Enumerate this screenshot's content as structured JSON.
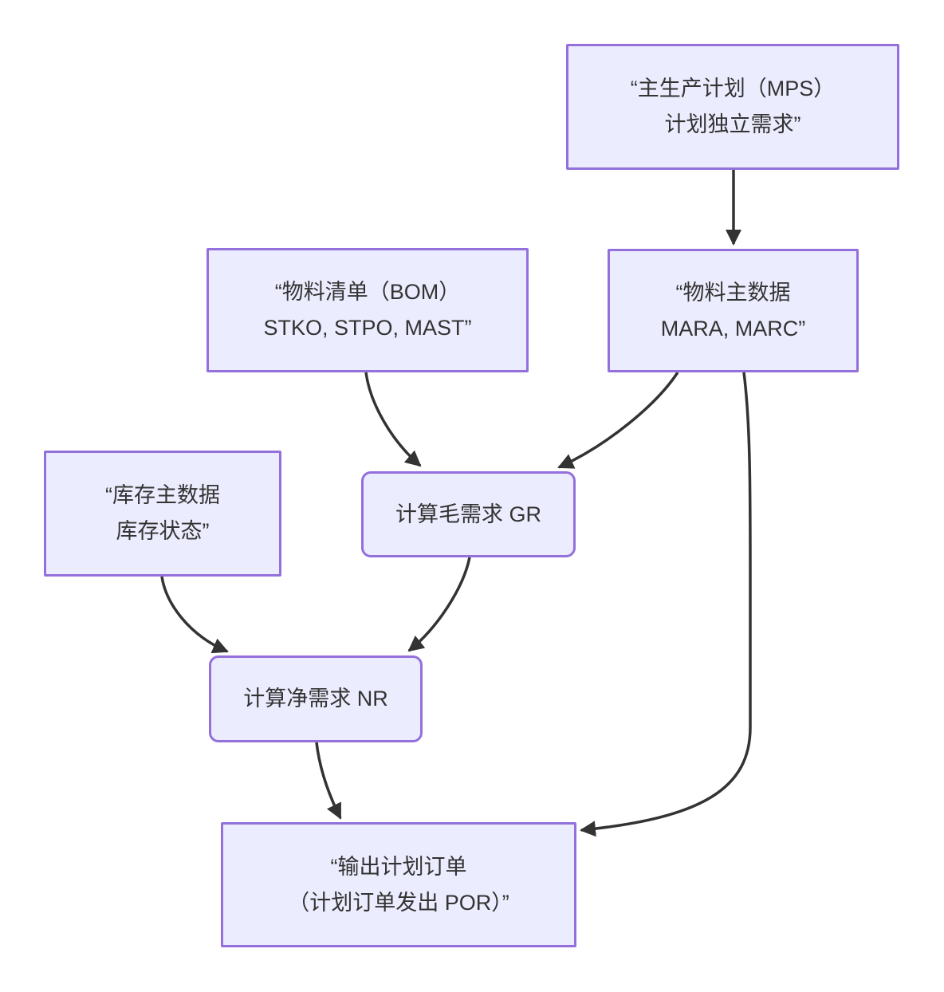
{
  "diagram": {
    "type": "flowchart",
    "direction": "top-down",
    "colors": {
      "background": "#ffffff",
      "node_fill": "#ECECFF",
      "node_border": "#9370DB",
      "edge_stroke": "#333333",
      "text": "#333333"
    },
    "nodes": {
      "mps": {
        "shape": "rectangle",
        "line1": "“主生产计划（MPS）",
        "line2": "计划独立需求”"
      },
      "bom": {
        "shape": "rectangle",
        "line1": "“物料清单（BOM）",
        "line2": "STKO, STPO, MAST”"
      },
      "mara": {
        "shape": "rectangle",
        "line1": "“物料主数据",
        "line2": "MARA, MARC”"
      },
      "inv": {
        "shape": "rectangle",
        "line1": "“库存主数据",
        "line2": "库存状态”"
      },
      "gr": {
        "shape": "rounded",
        "label": "计算毛需求 GR"
      },
      "nr": {
        "shape": "rounded",
        "label": "计算净需求 NR"
      },
      "por": {
        "shape": "rectangle",
        "line1": "“输出计划订单",
        "line2": "（计划订单发出 POR）”"
      }
    },
    "edges": [
      {
        "from": "mps",
        "to": "mara"
      },
      {
        "from": "bom",
        "to": "gr"
      },
      {
        "from": "mara",
        "to": "gr"
      },
      {
        "from": "inv",
        "to": "nr"
      },
      {
        "from": "gr",
        "to": "nr"
      },
      {
        "from": "nr",
        "to": "por"
      },
      {
        "from": "mara",
        "to": "por"
      }
    ]
  }
}
